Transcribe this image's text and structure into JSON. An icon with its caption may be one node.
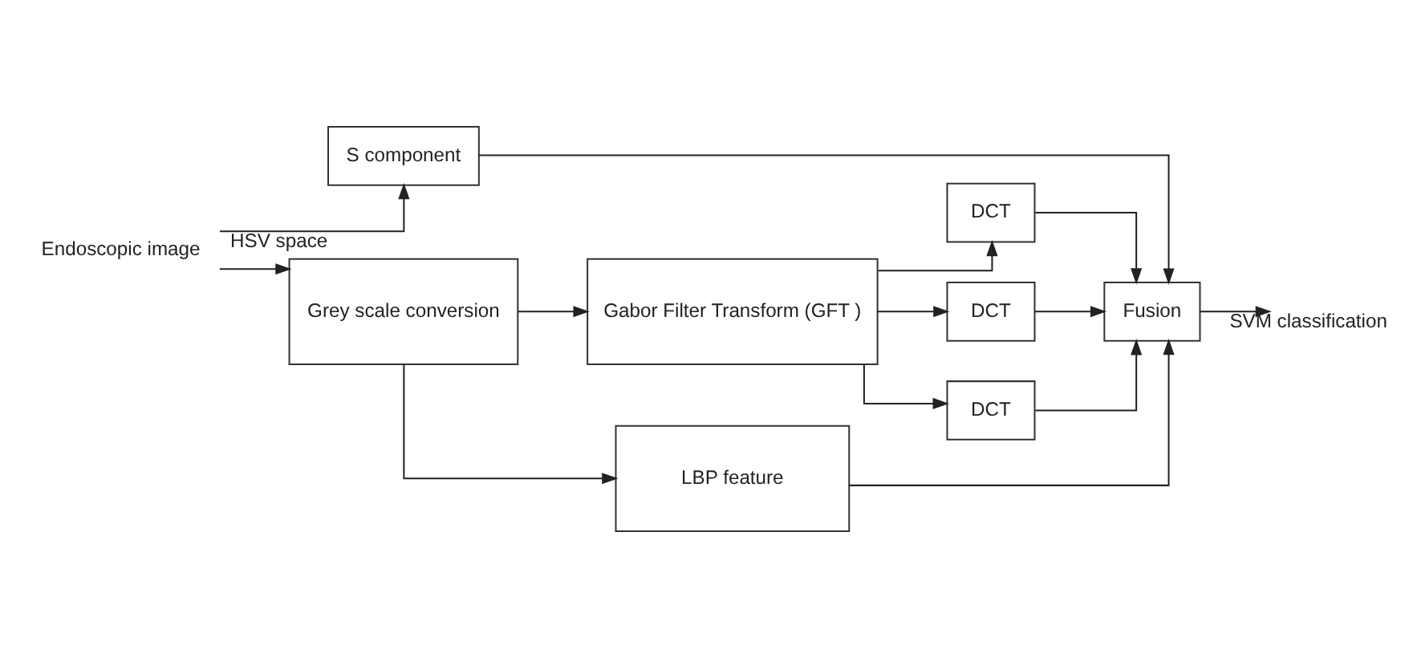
{
  "diagram": {
    "nodes": [
      {
        "text": [
          "Endoscopic image"
        ]
      },
      {
        "text": [
          "S component"
        ]
      },
      {
        "text": [
          "Grey scale conversion"
        ]
      },
      {
        "text": [
          "Gabor Filter Transform (GFT )"
        ]
      },
      {
        "text": [
          "DCT"
        ]
      },
      {
        "text": [
          "DCT"
        ]
      },
      {
        "text": [
          "DCT"
        ]
      },
      {
        "text": [
          "LBP feature"
        ]
      },
      {
        "text": [
          "Fusion"
        ]
      }
    ],
    "edges": [
      {
        "from": 0,
        "to": 1,
        "arrow": "to",
        "label": "HSV space"
      },
      {
        "from": 0,
        "to": 2,
        "arrow": "to"
      },
      {
        "from": 2,
        "to": 3,
        "arrow": "to"
      },
      {
        "from": 2,
        "to": 7,
        "arrow": "to"
      },
      {
        "from": 3,
        "to": 4,
        "arrow": "to"
      },
      {
        "from": 3,
        "to": 5,
        "arrow": "to"
      },
      {
        "from": 3,
        "to": 6,
        "arrow": "to"
      },
      {
        "from": 4,
        "to": 8,
        "arrow": "to"
      },
      {
        "from": 5,
        "to": 8,
        "arrow": "to"
      },
      {
        "from": 6,
        "to": 8,
        "arrow": "to"
      },
      {
        "from": 1,
        "to": 8,
        "arrow": "to"
      },
      {
        "from": 7,
        "to": 8,
        "arrow": "to"
      },
      {
        "from": 8,
        "to": null,
        "arrow": "to",
        "label": "SVM classification"
      }
    ]
  }
}
